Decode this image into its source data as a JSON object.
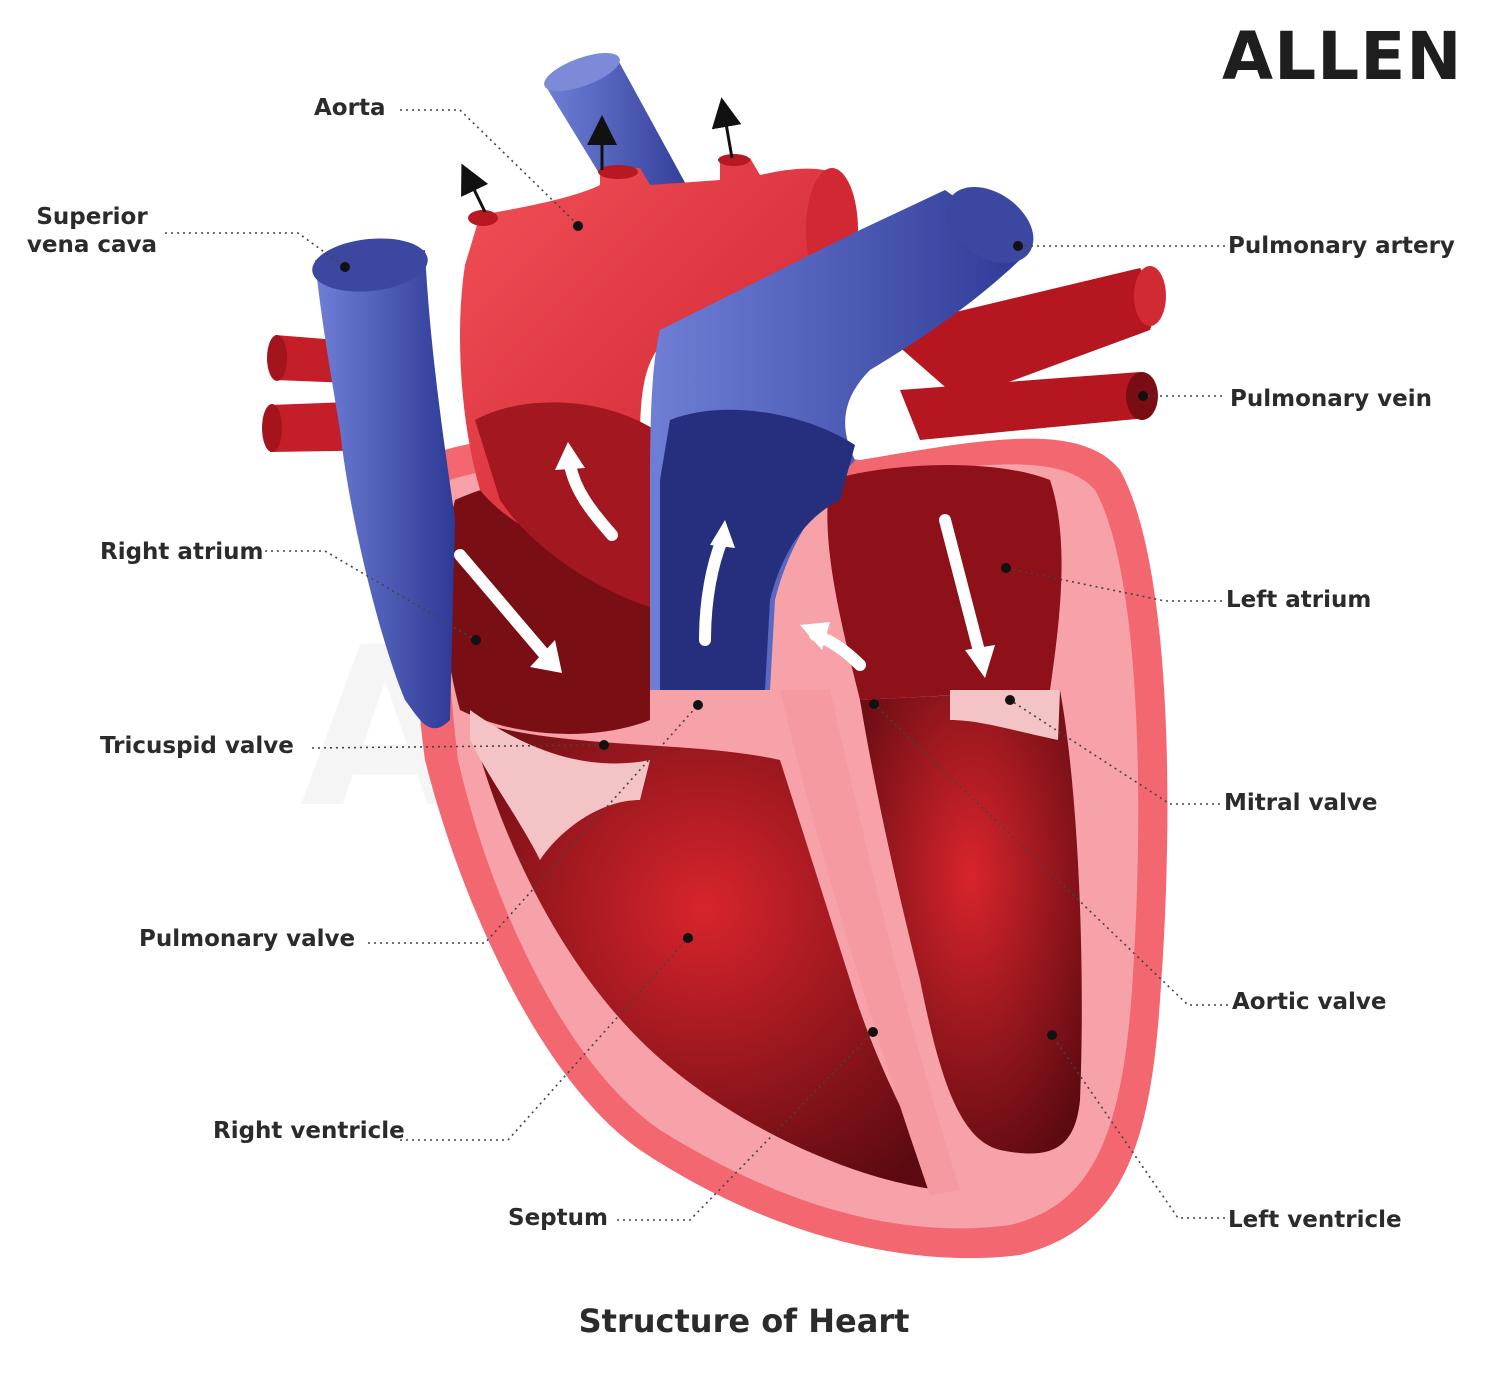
{
  "logo": "ALLEN",
  "title": "Structure of Heart",
  "labels": {
    "aorta": "Aorta",
    "svc_line1": "Superior",
    "svc_line2": "vena cava",
    "pulmonary_artery": "Pulmonary artery",
    "pulmonary_vein": "Pulmonary vein",
    "right_atrium": "Right atrium",
    "left_atrium": "Left atrium",
    "tricuspid_valve": "Tricuspid valve",
    "mitral_valve": "Mitral valve",
    "pulmonary_valve": "Pulmonary valve",
    "aortic_valve": "Aortic valve",
    "right_ventricle": "Right ventricle",
    "left_ventricle": "Left ventricle",
    "septum": "Septum"
  },
  "colors": {
    "oxygenated_red": "#e8343d",
    "dark_red": "#9e1620",
    "deoxygenated_blue": "#3b4aa8",
    "muscle_pink": "#f08086",
    "label_text": "#2b2b2b"
  }
}
